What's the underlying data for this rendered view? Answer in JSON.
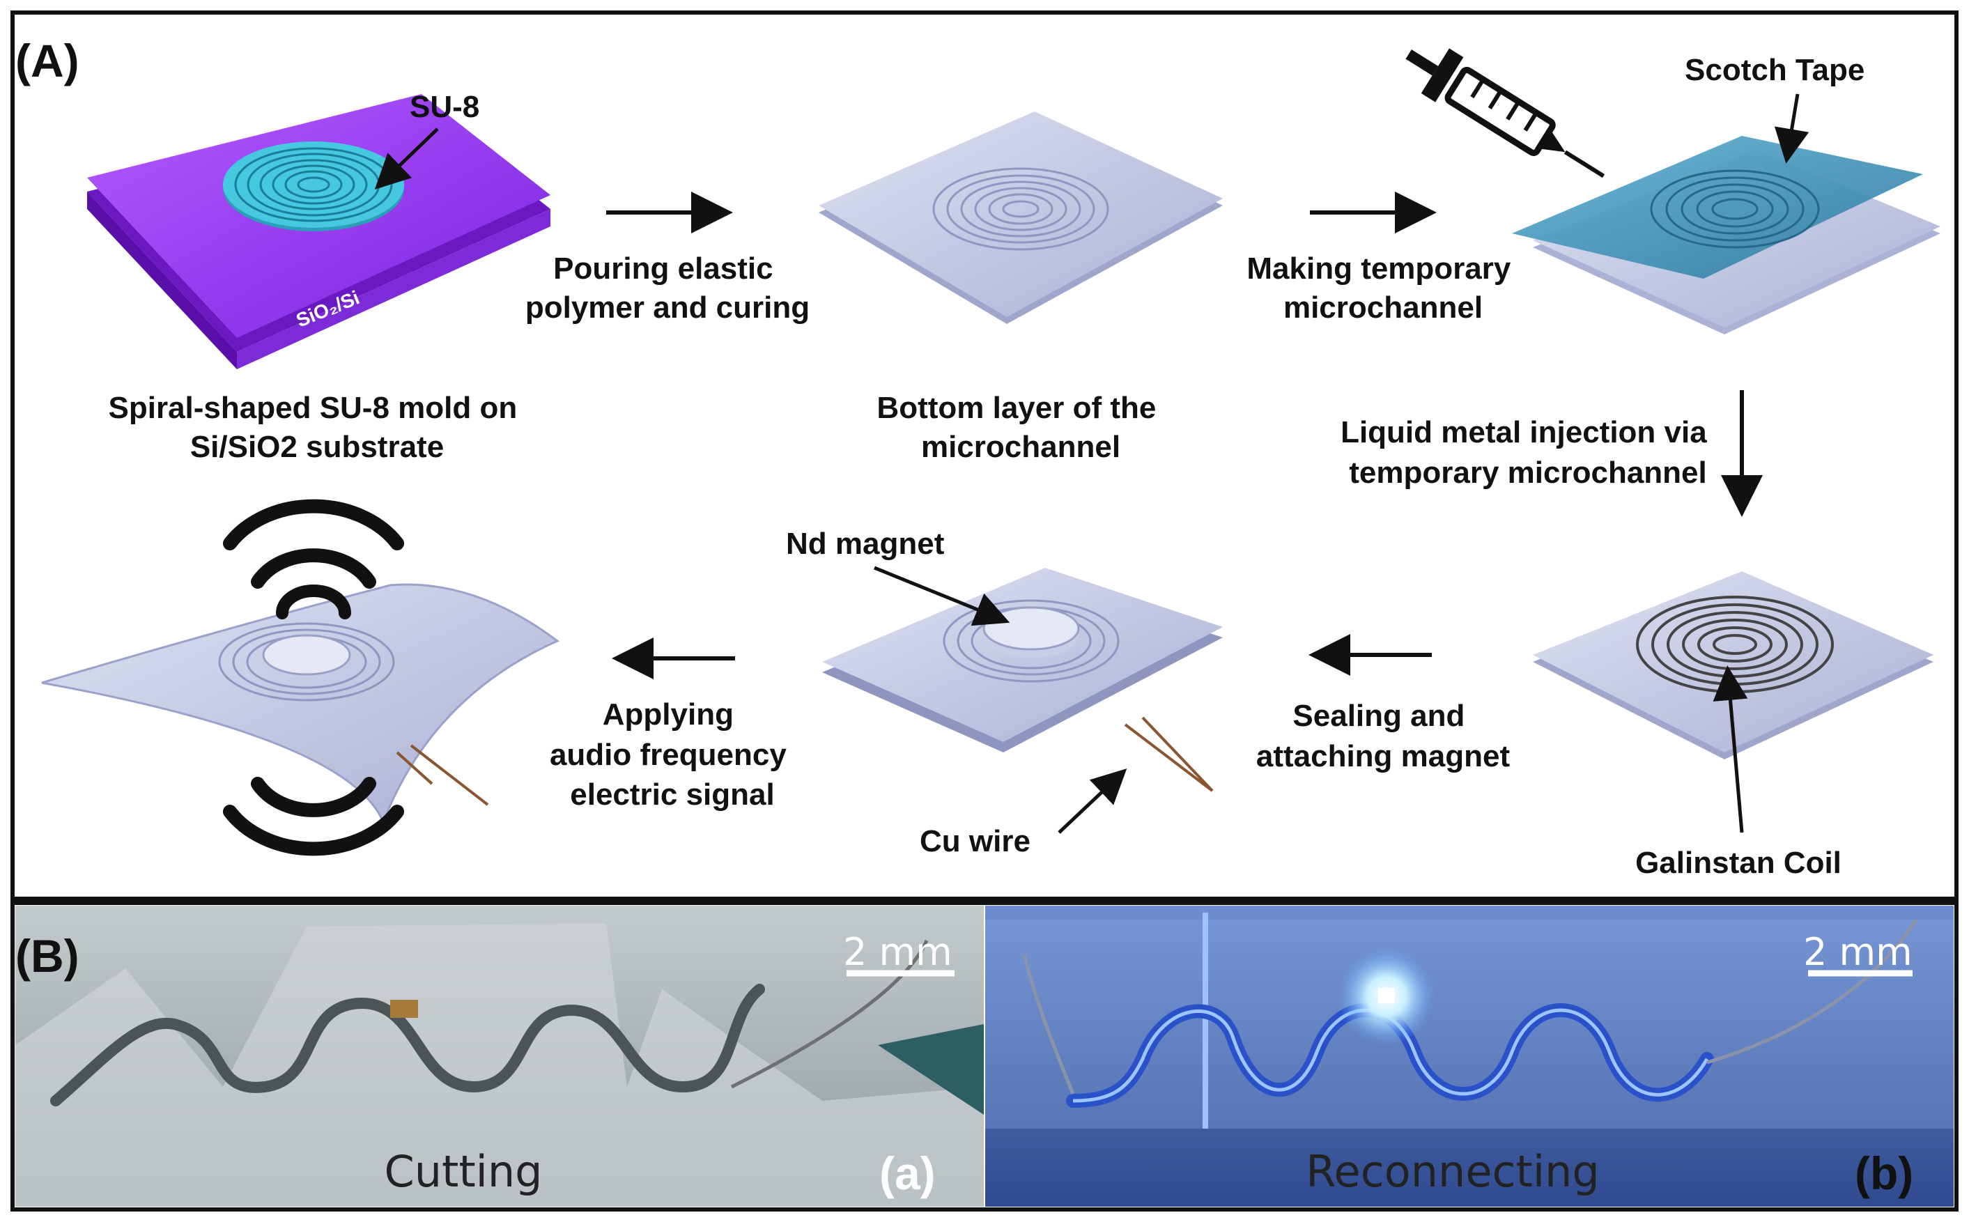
{
  "panel_a": {
    "tag": "(A)",
    "labels": {
      "su8": "SU-8",
      "substrate_text": "SiO₂/Si",
      "scotch_tape": "Scotch Tape",
      "nd_magnet": "Nd magnet",
      "cu_wire": "Cu wire",
      "galinstan_coil": "Galinstan Coil"
    },
    "captions": {
      "mold": [
        "Spiral-shaped SU-8 mold on",
        "Si/SiO2 substrate"
      ],
      "bottom_layer": [
        "Bottom layer of the",
        "microchannel"
      ],
      "step1": [
        "Pouring elastic",
        "polymer and curing"
      ],
      "step2": [
        "Making temporary",
        "microchannel"
      ],
      "step3": [
        "Liquid metal injection via",
        "temporary microchannel"
      ],
      "step4": [
        "Sealing and",
        "attaching magnet"
      ],
      "step5": [
        "Applying",
        "audio frequency",
        "electric signal"
      ]
    }
  },
  "panel_b": {
    "tag": "(B)",
    "photo_a": {
      "caption": "Cutting",
      "tag": "(a)",
      "scale": "2 mm"
    },
    "photo_b": {
      "caption": "Reconnecting",
      "tag": "(b)",
      "scale": "2 mm"
    }
  },
  "colors": {
    "substrate": "#9a3cf0",
    "su8": "#3ab8d0",
    "polymer": "#b8bedd",
    "tape": "#3f8fb6",
    "frame": "#111111",
    "photo_a_bg": "#a9b4b7",
    "photo_b_bg": "#4a69b0"
  }
}
